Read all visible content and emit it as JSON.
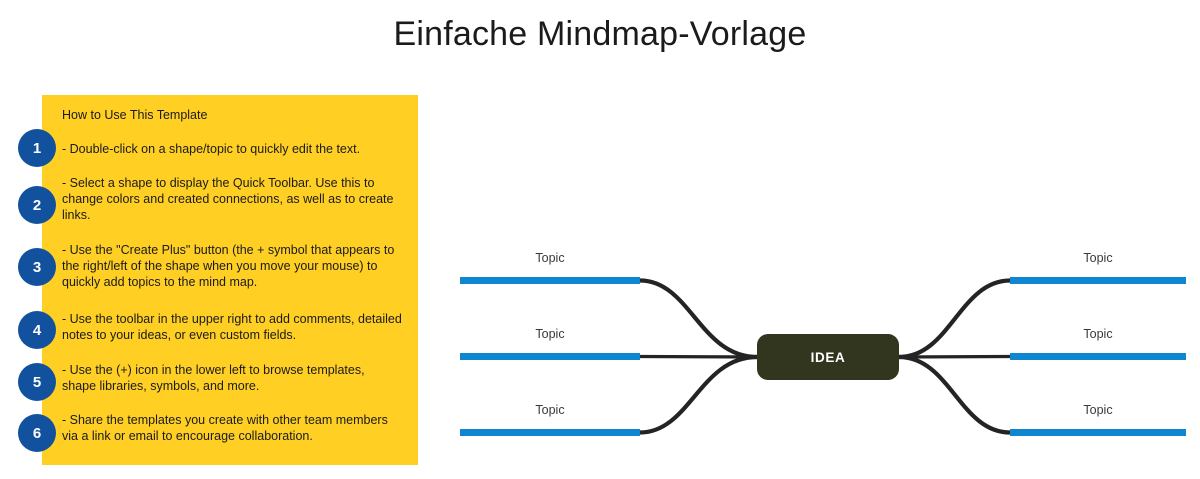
{
  "page": {
    "title": "Einfache Mindmap-Vorlage",
    "background_color": "#ffffff"
  },
  "howto": {
    "heading": "How to Use This Template",
    "panel_color": "#FFCF23",
    "badge_color": "#12519E",
    "items": [
      {
        "number": "1",
        "text": "- Double-click on a shape/topic to quickly edit the text."
      },
      {
        "number": "2",
        "text": "- Select a shape to display the Quick Toolbar. Use this to change colors and created connections, as well as to create links."
      },
      {
        "number": "3",
        "text": "- Use the \"Create Plus\" button (the + symbol that appears to the right/left of the shape when you move your mouse) to quickly add topics to the mind map."
      },
      {
        "number": "4",
        "text": "- Use the toolbar in the upper right to add comments, detailed notes to your ideas, or even custom fields."
      },
      {
        "number": "5",
        "text": "- Use the (+) icon in the lower left to browse templates, shape libraries, symbols, and more."
      },
      {
        "number": "6",
        "text": "- Share the templates you create with other team members via a link or email to encourage collaboration."
      }
    ]
  },
  "mindmap": {
    "center_label": "IDEA",
    "center_color": "#33361F",
    "branch_color": "#0F86D0",
    "connector_color": "#242424",
    "branches": [
      {
        "side": "left",
        "row": "top",
        "label": "Topic"
      },
      {
        "side": "left",
        "row": "middle",
        "label": "Topic"
      },
      {
        "side": "left",
        "row": "bottom",
        "label": "Topic"
      },
      {
        "side": "right",
        "row": "top",
        "label": "Topic"
      },
      {
        "side": "right",
        "row": "middle",
        "label": "Topic"
      },
      {
        "side": "right",
        "row": "bottom",
        "label": "Topic"
      }
    ]
  }
}
